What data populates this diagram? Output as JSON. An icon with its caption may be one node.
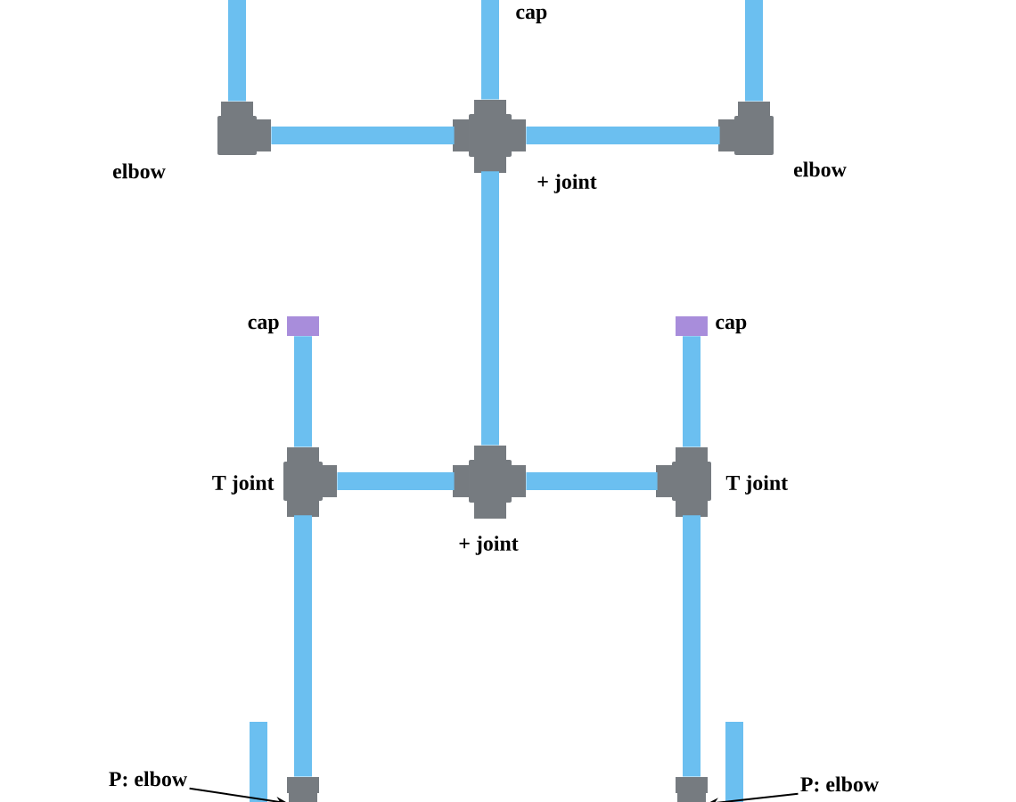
{
  "diagram": {
    "nodes": [
      {
        "text": [],
        "shape": "box",
        "beside": [
          "elbow"
        ]
      },
      {
        "text": [],
        "shape": "box",
        "beside": [
          "+ joint"
        ]
      },
      {
        "text": [],
        "shape": "box",
        "beside": [
          "elbow"
        ]
      },
      {
        "text": [],
        "shape": "box",
        "beside": [
          "cap"
        ]
      },
      {
        "text": [],
        "shape": "box",
        "beside": [
          "cap"
        ]
      },
      {
        "text": [],
        "shape": "box",
        "beside": [
          "T joint"
        ]
      },
      {
        "text": [],
        "shape": "box",
        "beside": [
          "+ joint"
        ]
      },
      {
        "text": [],
        "shape": "box",
        "beside": [
          "T joint"
        ]
      },
      {
        "text": [],
        "shape": "box"
      },
      {
        "text": [],
        "shape": "box"
      },
      {
        "text": [
          "P: elbow"
        ]
      },
      {
        "text": [
          "P: elbow"
        ]
      }
    ],
    "edges": [
      {
        "from": 0,
        "to": null,
        "arrow": "none"
      },
      {
        "from": 1,
        "to": null,
        "arrow": "none"
      },
      {
        "from": 2,
        "to": null,
        "arrow": "none"
      },
      {
        "from": 0,
        "to": 1,
        "arrow": "none"
      },
      {
        "from": 1,
        "to": 2,
        "arrow": "none"
      },
      {
        "from": 1,
        "to": 6,
        "arrow": "none"
      },
      {
        "from": 3,
        "to": 5,
        "arrow": "none"
      },
      {
        "from": 4,
        "to": 7,
        "arrow": "none"
      },
      {
        "from": 5,
        "to": 6,
        "arrow": "none"
      },
      {
        "from": 6,
        "to": 7,
        "arrow": "none"
      },
      {
        "from": 5,
        "to": 8,
        "arrow": "none"
      },
      {
        "from": 7,
        "to": 9,
        "arrow": "none"
      },
      {
        "from": 10,
        "to": 8,
        "arrow": "to",
        "color": "#000000"
      },
      {
        "from": 11,
        "to": 9,
        "arrow": "to",
        "color": "#000000"
      }
    ],
    "labels": [
      "cap"
    ]
  }
}
